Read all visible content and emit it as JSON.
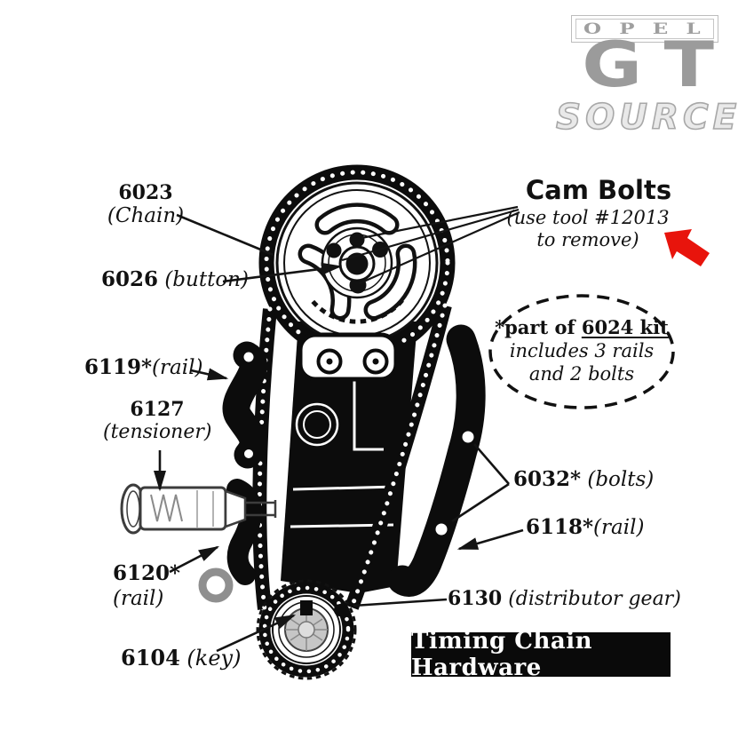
{
  "logo": {
    "opel": "OPEL",
    "gt": "GT",
    "source": "SOURCE"
  },
  "annotations": {
    "cam_bolts": {
      "title": "Cam Bolts",
      "note_line1": "(use tool #12013",
      "note_line2": "to remove)"
    },
    "kit_note": {
      "line1_prefix": "*part of ",
      "line1_underlined": "6024 kit",
      "line2": "includes 3 rails",
      "line3": "and 2 bolts"
    }
  },
  "parts": {
    "p6023": {
      "num": "6023",
      "name": "(Chain)"
    },
    "p6026": {
      "num": "6026",
      "name": " (button)"
    },
    "p6119": {
      "num": "6119*",
      "name": "(rail)"
    },
    "p6127": {
      "num": "6127",
      "name": "(tensioner)"
    },
    "p6120": {
      "num": "6120*",
      "name": "(rail)"
    },
    "p6104": {
      "num": "6104",
      "name": " (key)"
    },
    "p6032": {
      "num": "6032*",
      "name": " (bolts)"
    },
    "p6118": {
      "num": "6118*",
      "name": "(rail)"
    },
    "p6130": {
      "num": "6130",
      "name": " (distributor gear)"
    }
  },
  "footer": {
    "title": "Timing Chain Hardware"
  },
  "icons": {
    "red_arrow": "red-arrow-pointing-upper-left"
  },
  "colors": {
    "arrow_red": "#e8140c",
    "logo_gray": "#9b9b9b",
    "ink": "#0c0c0c"
  }
}
